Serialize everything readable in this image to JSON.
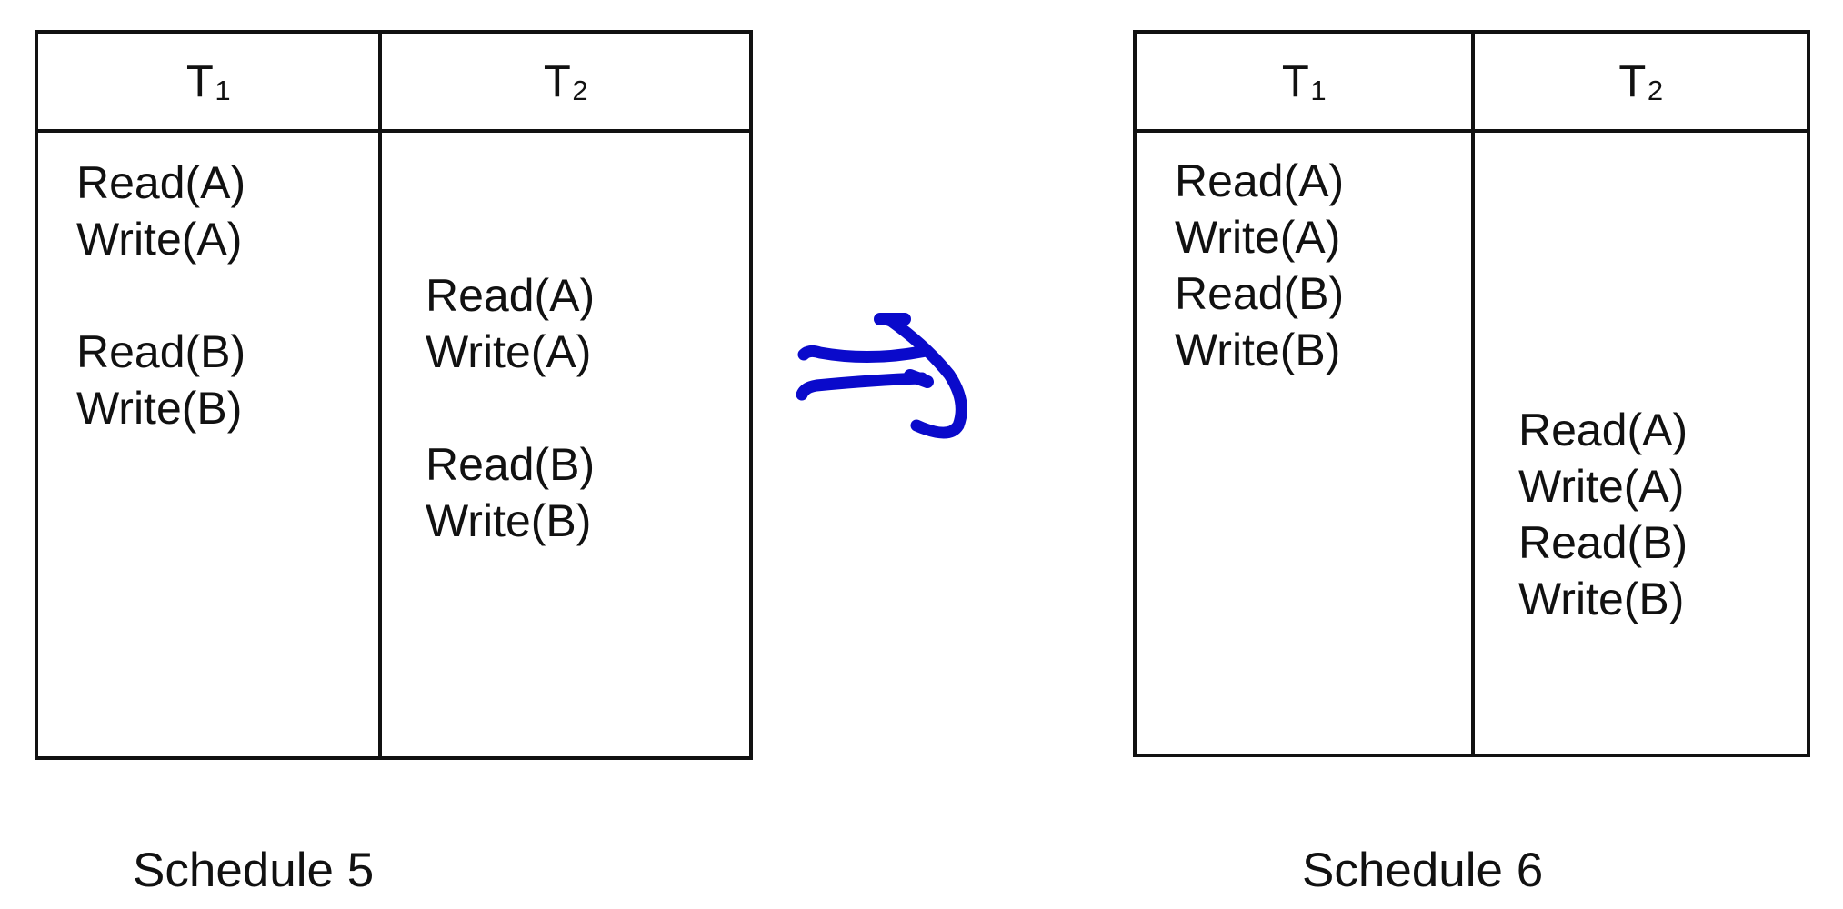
{
  "figure": {
    "kind": "schedule-transformation-diagram",
    "ink_color": "#0A0ACB",
    "line_color": "#111111",
    "background": "#FFFFFF"
  },
  "arrow": {
    "icon": "double-arrow-right-icon",
    "symbol": "⟹",
    "color": "#0A0ACB",
    "meaning": "is equivalent to / transforms into"
  },
  "schedules": [
    {
      "id": "schedule-5",
      "caption": "Schedule 5",
      "columns": [
        {
          "label": "T",
          "subscript": "1",
          "name": "T1"
        },
        {
          "label": "T",
          "subscript": "2",
          "name": "T2"
        }
      ],
      "t1_groups": [
        {
          "ops": [
            "Read(A)",
            "Write(A)"
          ]
        },
        {
          "ops": [
            "Read(B)",
            "Write(B)"
          ]
        }
      ],
      "t2_groups": [
        {
          "ops": [
            "Read(A)",
            "Write(A)"
          ]
        },
        {
          "ops": [
            "Read(B)",
            "Write(B)"
          ]
        }
      ]
    },
    {
      "id": "schedule-6",
      "caption": "Schedule 6",
      "columns": [
        {
          "label": "T",
          "subscript": "1",
          "name": "T1"
        },
        {
          "label": "T",
          "subscript": "2",
          "name": "T2"
        }
      ],
      "t1_groups": [
        {
          "ops": [
            "Read(A)",
            "Write(A)",
            "Read(B)",
            "Write(B)"
          ]
        }
      ],
      "t2_groups": [
        {
          "ops": [
            "Read(A)",
            "Write(A)",
            "Read(B)",
            "Write(B)"
          ]
        }
      ]
    }
  ]
}
